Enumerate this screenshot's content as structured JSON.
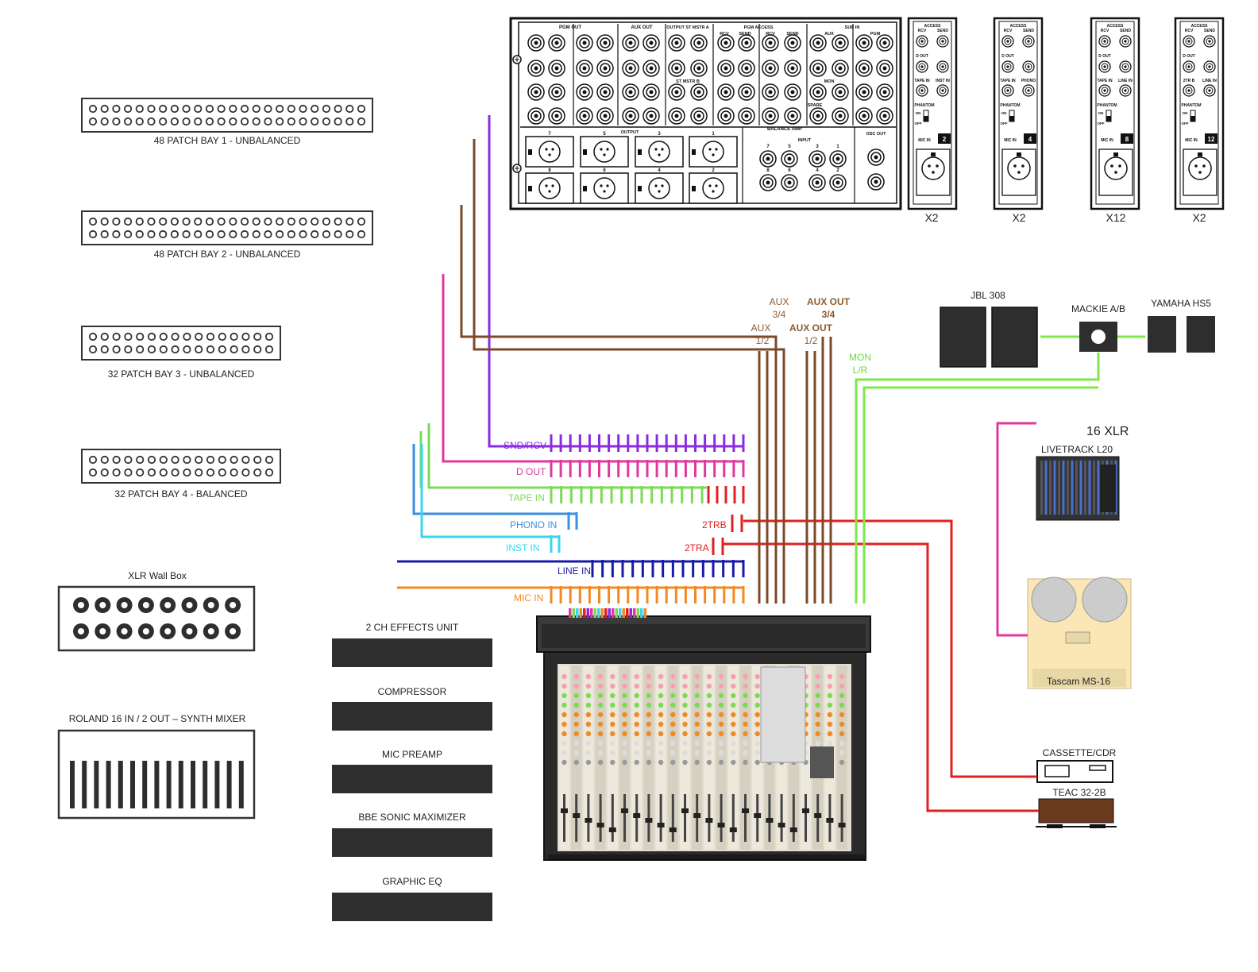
{
  "patch_bays": [
    {
      "label": "48 PATCH BAY 1 - UNBALANCED"
    },
    {
      "label": "48 PATCH BAY 2 - UNBALANCED"
    },
    {
      "label": "32 PATCH BAY 3 - UNBALANCED"
    },
    {
      "label": "32 PATCH BAY 4 - BALANCED"
    }
  ],
  "xlr_wall_box": {
    "label": "XLR Wall Box"
  },
  "synth_mixer": {
    "label": "ROLAND 16 IN / 2 OUT  – SYNTH MIXER"
  },
  "outboard": [
    {
      "label": "2 CH EFFECTS UNIT"
    },
    {
      "label": "COMPRESSOR"
    },
    {
      "label": "MIC PREAMP"
    },
    {
      "label": "BBE SONIC MAXIMIZER"
    },
    {
      "label": "GRAPHIC EQ"
    }
  ],
  "mixer_rear_panel": {
    "sections": [
      "PGM OUT",
      "AUX OUT",
      "OUTPUT ST MSTR A",
      "ST MSTR B",
      "PGM ACCESS",
      "RCV",
      "SEND",
      "RCV",
      "SEND",
      "SUB IN",
      "AUX",
      "PGM",
      "MON",
      "SPARE",
      "OUTPUT",
      "BALANCE AMP",
      "INPUT",
      "OSC OUT"
    ],
    "xlr_top": [
      "7",
      "5",
      "3",
      "1"
    ],
    "xlr_bottom": [
      "8",
      "6",
      "4",
      "2"
    ],
    "input_top": [
      "7",
      "5",
      "3",
      "1"
    ],
    "input_bottom": [
      "8",
      "6",
      "4",
      "2"
    ]
  },
  "channel_modules": [
    {
      "title": "ACCESS",
      "col_a": "RCV",
      "col_b": "SEND",
      "row2_a": "D OUT",
      "row3_a": "TAPE IN",
      "row3_b": "INST IN",
      "phantom": "PHANTOM",
      "on": "ON",
      "off": "OFF",
      "mic": "MIC IN",
      "num": "2",
      "mult": "X2"
    },
    {
      "title": "ACCESS",
      "col_a": "RCV",
      "col_b": "SEND",
      "row2_a": "D OUT",
      "row3_a": "TAPE IN",
      "row3_b": "PHONO",
      "phantom": "PHANTOM",
      "on": "ON",
      "off": "OFF",
      "mic": "MIC IN",
      "num": "4",
      "mult": "X2"
    },
    {
      "title": "ACCESS",
      "col_a": "RCV",
      "col_b": "SEND",
      "row2_a": "D OUT",
      "row3_a": "TAPE IN",
      "row3_b": "LINE IN",
      "phantom": "PHANTOM",
      "on": "ON",
      "off": "OFF",
      "mic": "MIC IN",
      "num": "8",
      "mult": "X12"
    },
    {
      "title": "ACCESS",
      "col_a": "RCV",
      "col_b": "SEND",
      "row2_a": "D OUT",
      "row3_a": "2TR B",
      "row3_b": "LINE IN",
      "phantom": "PHANTOM",
      "on": "ON",
      "off": "OFF",
      "mic": "MIC IN",
      "num": "12",
      "mult": "X2"
    }
  ],
  "signal_labels": {
    "snd_rcv": "SND/RCV",
    "d_out": "D OUT",
    "tape_in": "TAPE IN",
    "phono_in": "PHONO IN",
    "inst_in": "INST IN",
    "line_in": "LINE IN",
    "mic_in": "MIC IN",
    "tr2b": "2TRB",
    "tr2a": "2TRA",
    "aux34_a": "AUX",
    "aux34_b": "3/4",
    "auxout34_a": "AUX OUT",
    "auxout34_b": "3/4",
    "aux12_a": "AUX",
    "aux12_b": "1/2",
    "auxout12_a": "AUX OUT",
    "auxout12_b": "1/2",
    "mon_a": "MON",
    "mon_b": "L/R"
  },
  "monitoring": {
    "jbl": "JBL 308",
    "mackie": "MACKIE A/B",
    "yamaha": "YAMAHA HS5"
  },
  "recorders": {
    "xlr16": "16 XLR",
    "livetrack": "LIVETRACK L20",
    "tascam": "Tascam MS-16",
    "cassette": "CASSETTE/CDR",
    "teac": "TEAC 32-2B"
  },
  "colors": {
    "purple": "#8a2be2",
    "magenta": "#e0389e",
    "lime": "#7ed957",
    "blue_light": "#3a8fe0",
    "cyan": "#38d6f0",
    "navy": "#1a1aa8",
    "orange": "#f08a24",
    "brown": "#7a4a2a",
    "red": "#e02020",
    "green": "#7ee84a",
    "dark": "#2e2e2e"
  }
}
